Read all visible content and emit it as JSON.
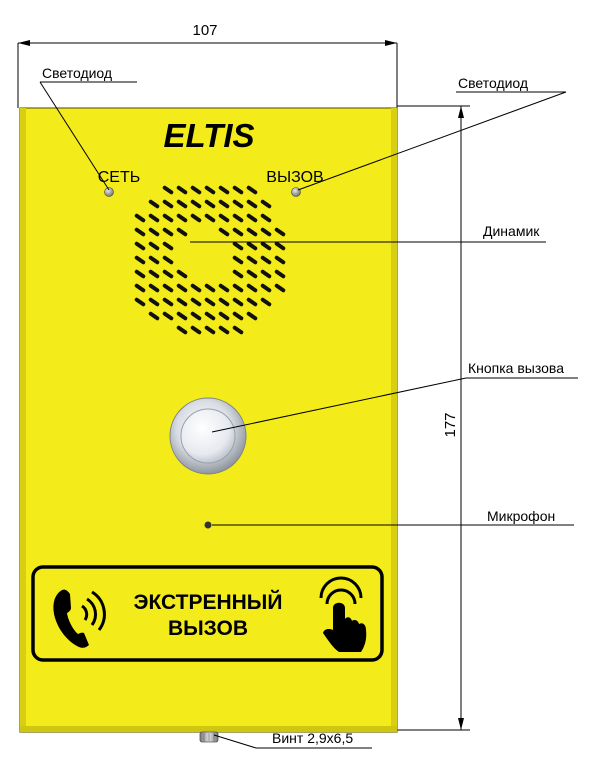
{
  "dimensions": {
    "width_label": "107",
    "height_label": "177"
  },
  "panel": {
    "brand": "ELTIS",
    "led_left_label": "СЕТЬ",
    "led_right_label": "ВЫЗОВ",
    "sign_line1": "ЭКСТРЕННЫЙ",
    "sign_line2": "ВЫЗОВ",
    "body_color": "#f4ec1a",
    "sign_color": "#000000"
  },
  "callouts": {
    "led_left": "Светодиод",
    "led_right": "Светодиод",
    "speaker": "Динамик",
    "call_button": "Кнопка вызова",
    "microphone": "Микрофон",
    "screw": "Винт 2,9х6,5"
  },
  "icons": {
    "sign_left": "phone-ringing-icon",
    "sign_right": "hand-press-icon"
  }
}
